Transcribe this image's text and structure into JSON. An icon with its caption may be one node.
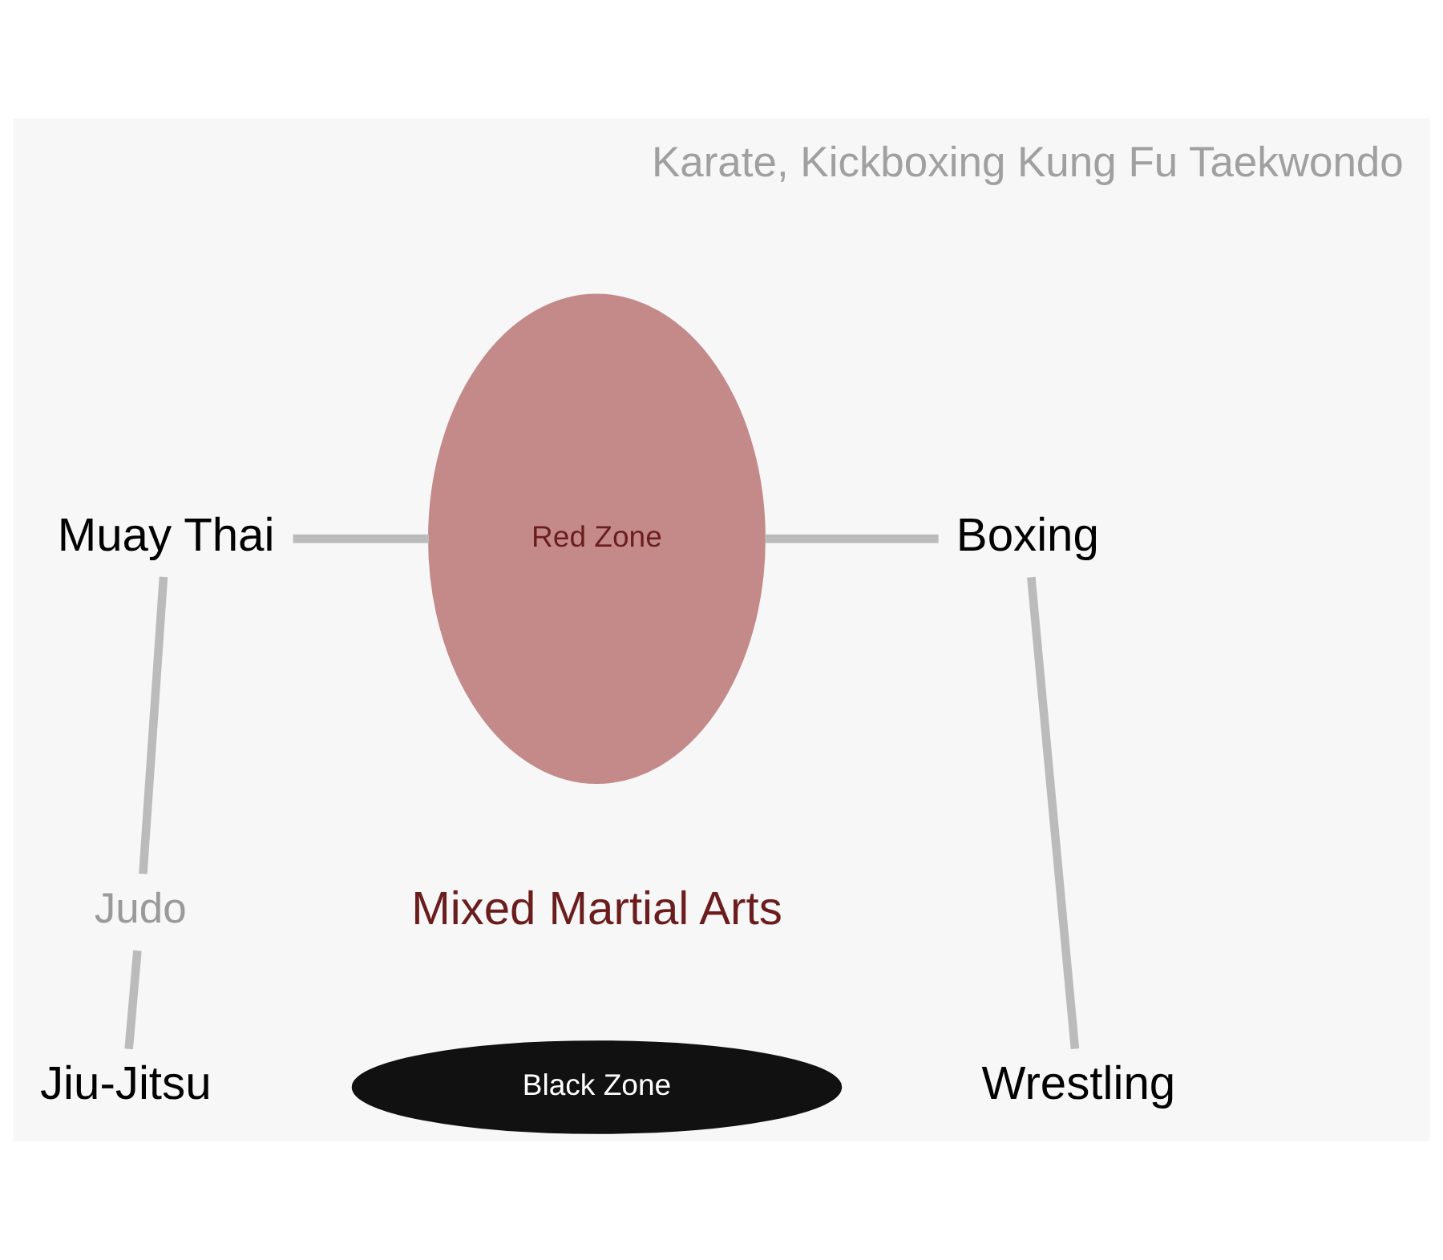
{
  "diagram": {
    "nodes": [
      {
        "text": [
          "Muay Thai"
        ]
      },
      {
        "text": [
          "Red Zone"
        ]
      },
      {
        "text": [
          "Boxing"
        ]
      },
      {
        "text": [
          "Judo"
        ]
      },
      {
        "text": [
          "Jiu-Jitsu"
        ]
      },
      {
        "text": [
          "Black Zone"
        ]
      },
      {
        "text": [
          "Wrestling"
        ]
      }
    ],
    "edges": [
      {
        "from": 0,
        "to": 1,
        "arrow": "none"
      },
      {
        "from": 1,
        "to": 2,
        "arrow": "none"
      },
      {
        "from": 0,
        "to": 3,
        "arrow": "none"
      },
      {
        "from": 3,
        "to": 4,
        "arrow": "none"
      },
      {
        "from": 2,
        "to": 6,
        "arrow": "none"
      }
    ],
    "labels": [
      "Karate, Kickboxing Kung Fu Taekwondo",
      "Mixed Martial Arts"
    ]
  }
}
